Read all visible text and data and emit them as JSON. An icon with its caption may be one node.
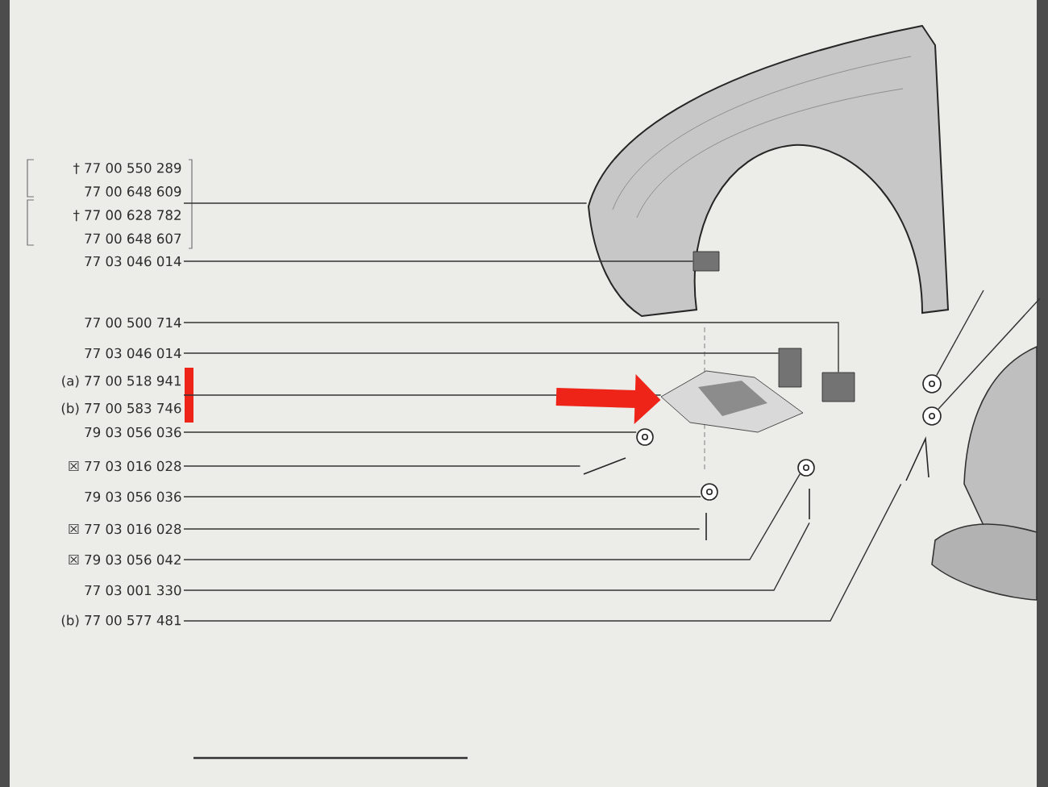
{
  "diagram": {
    "nodes": [
      {
        "text": [
          "† 77 00 550 289",
          "77 00 648 609",
          "† 77 00 628 782",
          "77 00 648 607"
        ]
      },
      {
        "text": [
          "77 03 046 014"
        ]
      },
      {
        "text": [
          "77 00 500 714"
        ]
      },
      {
        "text": [
          "77 03 046 014"
        ]
      },
      {
        "text": [
          "(a) 77 00 518 941",
          "(b) 77 00 583 746"
        ]
      },
      {
        "text": [
          "79 03 056 036"
        ]
      },
      {
        "text": [
          "☒ 77 03 016 028"
        ]
      },
      {
        "text": [
          "79 03 056 036"
        ]
      },
      {
        "text": [
          "☒ 77 03 016 028"
        ]
      },
      {
        "text": [
          "☒ 79 03 056 042"
        ]
      },
      {
        "text": [
          "77 03 001 330"
        ]
      },
      {
        "text": [
          "(b) 77 00 577 481"
        ]
      },
      {
        "text": [],
        "shape": "picture"
      },
      {
        "text": [],
        "shape": "box"
      },
      {
        "text": [],
        "shape": "box"
      },
      {
        "text": [],
        "shape": "box"
      },
      {
        "text": [],
        "shape": "picture"
      },
      {
        "text": [],
        "shape": "circle"
      },
      {
        "text": [],
        "shape": "picture"
      },
      {
        "text": [],
        "shape": "circle"
      },
      {
        "text": [],
        "shape": "picture"
      },
      {
        "text": [],
        "shape": "circle"
      },
      {
        "text": [],
        "shape": "picture"
      },
      {
        "text": [],
        "shape": "picture"
      },
      {
        "text": [],
        "shape": "circle"
      },
      {
        "text": [],
        "shape": "circle"
      }
    ],
    "edges": [
      {
        "from": 0,
        "to": 12,
        "arrow": "none"
      },
      {
        "from": 1,
        "to": 13,
        "arrow": "none"
      },
      {
        "from": 2,
        "to": 14,
        "arrow": "none"
      },
      {
        "from": 3,
        "to": 15,
        "arrow": "none"
      },
      {
        "from": 4,
        "to": 16,
        "arrow": "none"
      },
      {
        "from": 5,
        "to": 17,
        "arrow": "none"
      },
      {
        "from": 6,
        "to": 18,
        "arrow": "none"
      },
      {
        "from": 7,
        "to": 19,
        "arrow": "none"
      },
      {
        "from": 8,
        "to": 20,
        "arrow": "none"
      },
      {
        "from": 9,
        "to": 21,
        "arrow": "none"
      },
      {
        "from": 10,
        "to": 22,
        "arrow": "none"
      },
      {
        "from": 11,
        "to": 23,
        "arrow": "none"
      },
      {
        "from": null,
        "to": 24,
        "arrow": "none"
      },
      {
        "from": null,
        "to": 25,
        "arrow": "none"
      },
      {
        "from": null,
        "to": 16,
        "arrow": "to",
        "style": "thick",
        "color": "#ee2418"
      }
    ]
  }
}
